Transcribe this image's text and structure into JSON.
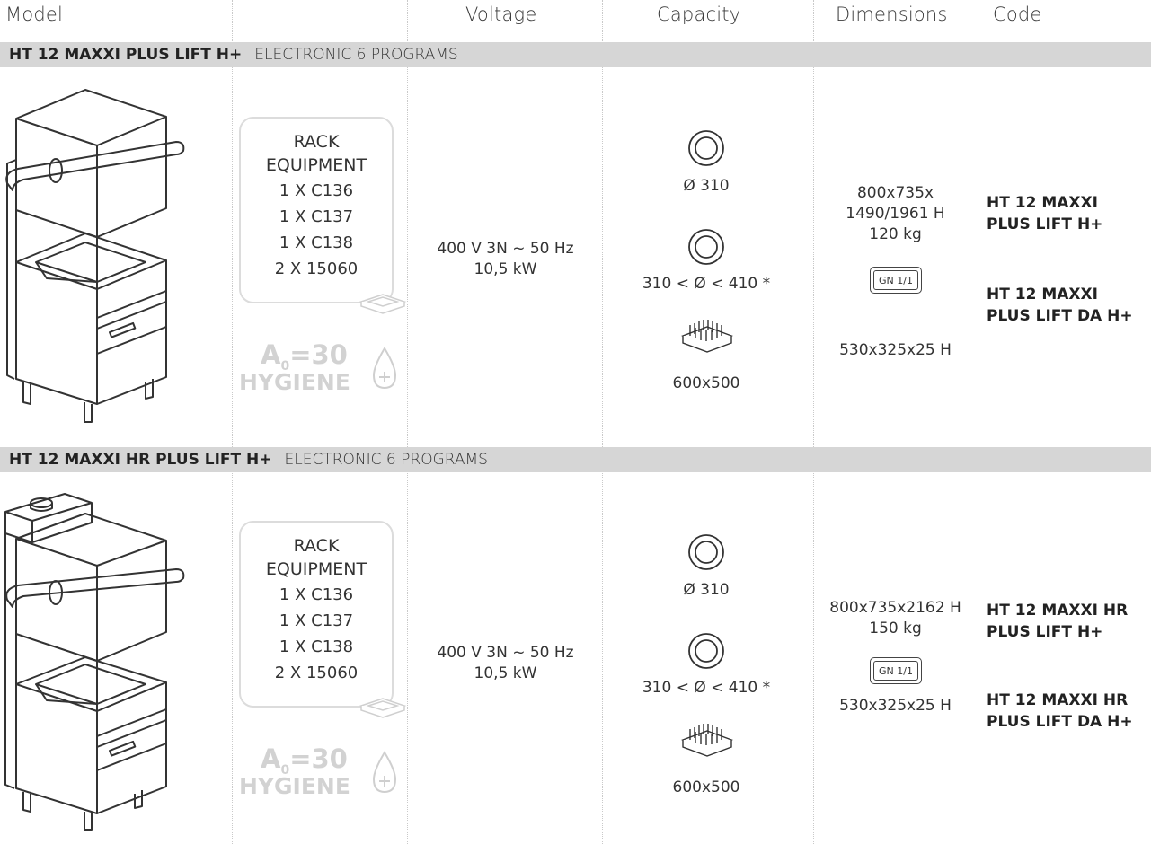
{
  "header": {
    "model": "Model",
    "voltage": "Voltage",
    "capacity": "Capacity",
    "dimensions": "Dimensions",
    "code": "Code"
  },
  "products": [
    {
      "name": "HT 12 MAXXI PLUS LIFT H+",
      "program": "ELECTRONIC 6 PROGRAMS",
      "rack": {
        "title": [
          "RACK",
          "EQUIPMENT"
        ],
        "items": [
          "1 X C136",
          "1 X C137",
          "1 X C138",
          "2 X 15060"
        ]
      },
      "hygiene": {
        "a0": "A",
        "sub": "0",
        "value": "=30",
        "label": "HYGIENE"
      },
      "voltage": [
        "400 V 3N ~ 50 Hz",
        "10,5 kW"
      ],
      "capacity": {
        "plate1": "Ø 310",
        "plate2": "310 < Ø < 410 *",
        "basket": "600x500"
      },
      "dimensions": [
        "800x735x",
        "1490/1961 H",
        "120 kg"
      ],
      "gn": {
        "label": "GN 1/1",
        "size": "530x325x25 H"
      },
      "codes": [
        [
          "HT 12 MAXXI",
          "PLUS LIFT H+"
        ],
        [
          "HT 12 MAXXI",
          "PLUS LIFT DA H+"
        ]
      ]
    },
    {
      "name": "HT 12 MAXXI HR PLUS LIFT H+",
      "program": "ELECTRONIC 6 PROGRAMS",
      "rack": {
        "title": [
          "RACK",
          "EQUIPMENT"
        ],
        "items": [
          "1 X C136",
          "1 X C137",
          "1 X C138",
          "2 X 15060"
        ]
      },
      "hygiene": {
        "a0": "A",
        "sub": "0",
        "value": "=30",
        "label": "HYGIENE"
      },
      "voltage": [
        "400 V 3N ~ 50 Hz",
        "10,5 kW"
      ],
      "capacity": {
        "plate1": "Ø 310",
        "plate2": "310 < Ø < 410 *",
        "basket": "600x500"
      },
      "dimensions": [
        "800x735x2162 H",
        "150 kg"
      ],
      "gn": {
        "label": "GN 1/1",
        "size": "530x325x25 H"
      },
      "codes": [
        [
          "HT 12 MAXXI HR",
          "PLUS LIFT H+"
        ],
        [
          "HT 12 MAXXI HR",
          "PLUS LIFT DA H+"
        ]
      ]
    }
  ]
}
